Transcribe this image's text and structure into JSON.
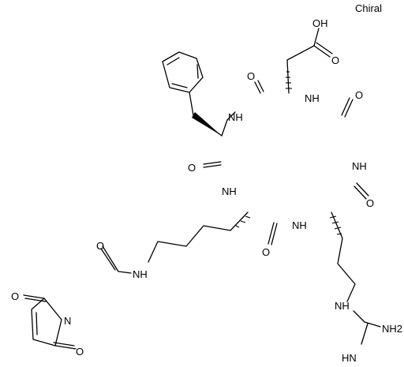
{
  "stereo_note": "Chiral",
  "atoms": {
    "o_acid_oh": "OH",
    "o_acid_co": "O",
    "o_asp_co": "O",
    "o_gly_co": "O",
    "o_phe_co": "O",
    "o_arg_co": "O",
    "o_lys_co": "O",
    "o_amide": "O",
    "o_maleimide_top": "O",
    "o_maleimide_bottom": "O",
    "nh_asp": "NH",
    "nh_phe": "NH",
    "nh_gly": "NH",
    "nh_lys": "NH",
    "nh_arg": "NH",
    "nh_linker": "NH",
    "nh_guanidine": "NH",
    "n_maleimide": "N",
    "nh2_guanidine": "NH2",
    "hn_imine": "HN"
  }
}
